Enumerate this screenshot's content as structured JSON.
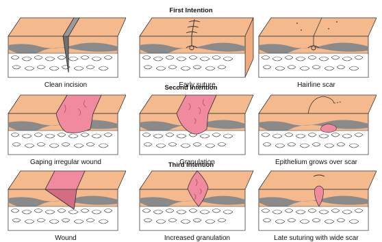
{
  "diagram": {
    "sections": [
      {
        "title": "First Intention",
        "panels": [
          {
            "id": "clean-incision",
            "caption": "Clean incision"
          },
          {
            "id": "early-suture",
            "caption": "Early suture"
          },
          {
            "id": "hairline-scar",
            "caption": "Hairline scar"
          }
        ]
      },
      {
        "title": "Second Intention",
        "panels": [
          {
            "id": "gaping-wound",
            "caption": "Gaping irregular wound"
          },
          {
            "id": "granulation",
            "caption": "Granulation"
          },
          {
            "id": "epithelium",
            "caption": "Epithelium grows over scar"
          }
        ]
      },
      {
        "title": "Third Intention",
        "panels": [
          {
            "id": "wound",
            "caption": "Wound"
          },
          {
            "id": "increased-granulation",
            "caption": "Increased granulation"
          },
          {
            "id": "late-suturing",
            "caption": "Late suturing with wide scar"
          }
        ]
      }
    ],
    "colors": {
      "skin": "#f4b98c",
      "skin_side": "#efab7d",
      "dermis_band": "#8a8a8a",
      "fat": "#ffffff",
      "wound": "#f08a9e",
      "outline": "#333333"
    }
  }
}
